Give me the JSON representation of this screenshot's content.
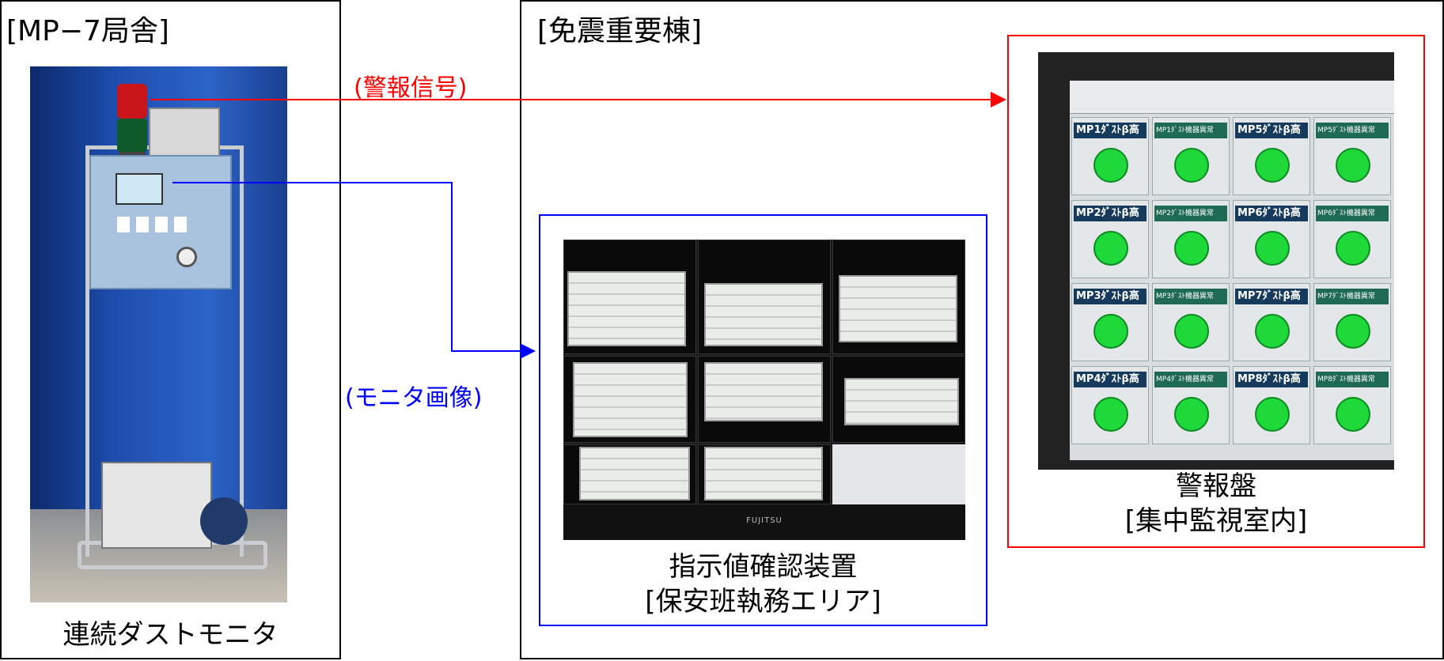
{
  "left_panel": {
    "title": "[MP−7局舎]",
    "caption": "連続ダストモニタ"
  },
  "right_panel": {
    "title": "[免震重要棟]"
  },
  "indicator_box": {
    "caption_line1": "指示値確認装置",
    "caption_line2": "[保安班執務エリア]"
  },
  "alarm_box": {
    "caption_line1": "警報盤",
    "caption_line2": "[集中監視室内]"
  },
  "signals": {
    "alarm_signal_label": "(警報信号)",
    "monitor_image_label": "(モニタ画像)"
  },
  "alarm_screen": {
    "rows": [
      [
        "MP1ﾀﾞｽﾄβ高",
        "MP1ﾀﾞｽﾄ機器異常",
        "MP5ﾀﾞｽﾄβ高",
        "MP5ﾀﾞｽﾄ機器異常"
      ],
      [
        "MP2ﾀﾞｽﾄβ高",
        "MP2ﾀﾞｽﾄ機器異常",
        "MP6ﾀﾞｽﾄβ高",
        "MP6ﾀﾞｽﾄ機器異常"
      ],
      [
        "MP3ﾀﾞｽﾄβ高",
        "MP3ﾀﾞｽﾄ機器異常",
        "MP7ﾀﾞｽﾄβ高",
        "MP7ﾀﾞｽﾄ機器異常"
      ],
      [
        "MP4ﾀﾞｽﾄβ高",
        "MP4ﾀﾞｽﾄ機器異常",
        "MP8ﾀﾞｽﾄβ高",
        "MP8ﾀﾞｽﾄ機器異常"
      ]
    ]
  },
  "monitor_brand": "FUJITSU",
  "colors": {
    "alarm": "#ff0000",
    "monitor": "#0000ff",
    "lamp_green": "#1fd83a"
  }
}
